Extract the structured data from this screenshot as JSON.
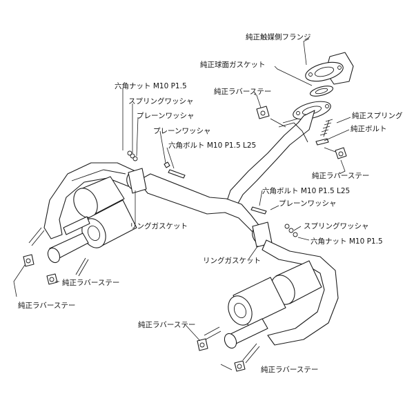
{
  "labels": {
    "cat_flange": "純正触媒側フランジ",
    "sphere_gasket": "純正球面ガスケット",
    "rubber_stay_top": "純正ラバーステー",
    "spring": "純正スプリング",
    "bolt": "純正ボルト",
    "rubber_stay_right": "純正ラバーステー",
    "nut_left": "六角ナット M10 P1.5",
    "spring_washer_left": "スプリングワッシャ",
    "plain_washer_left_1": "プレーンワッシャ",
    "plain_washer_left_2": "プレーンワッシャ",
    "hex_bolt_left": "六角ボルト M10 P1.5 L25",
    "ring_gasket_left": "リングガスケット",
    "hex_bolt_right": "六角ボルト M10 P1.5 L25",
    "plain_washer_right": "プレーンワッシャ",
    "spring_washer_right": "スプリングワッシャ",
    "nut_right": "六角ナット M10 P1.5",
    "ring_gasket_right": "リングガスケット",
    "rubber_stay_left_mid": "純正ラバーステー",
    "rubber_stay_left_low": "純正ラバーステー",
    "rubber_stay_bottom_mid": "純正ラバーステー",
    "rubber_stay_bottom_right": "純正ラバーステー"
  }
}
